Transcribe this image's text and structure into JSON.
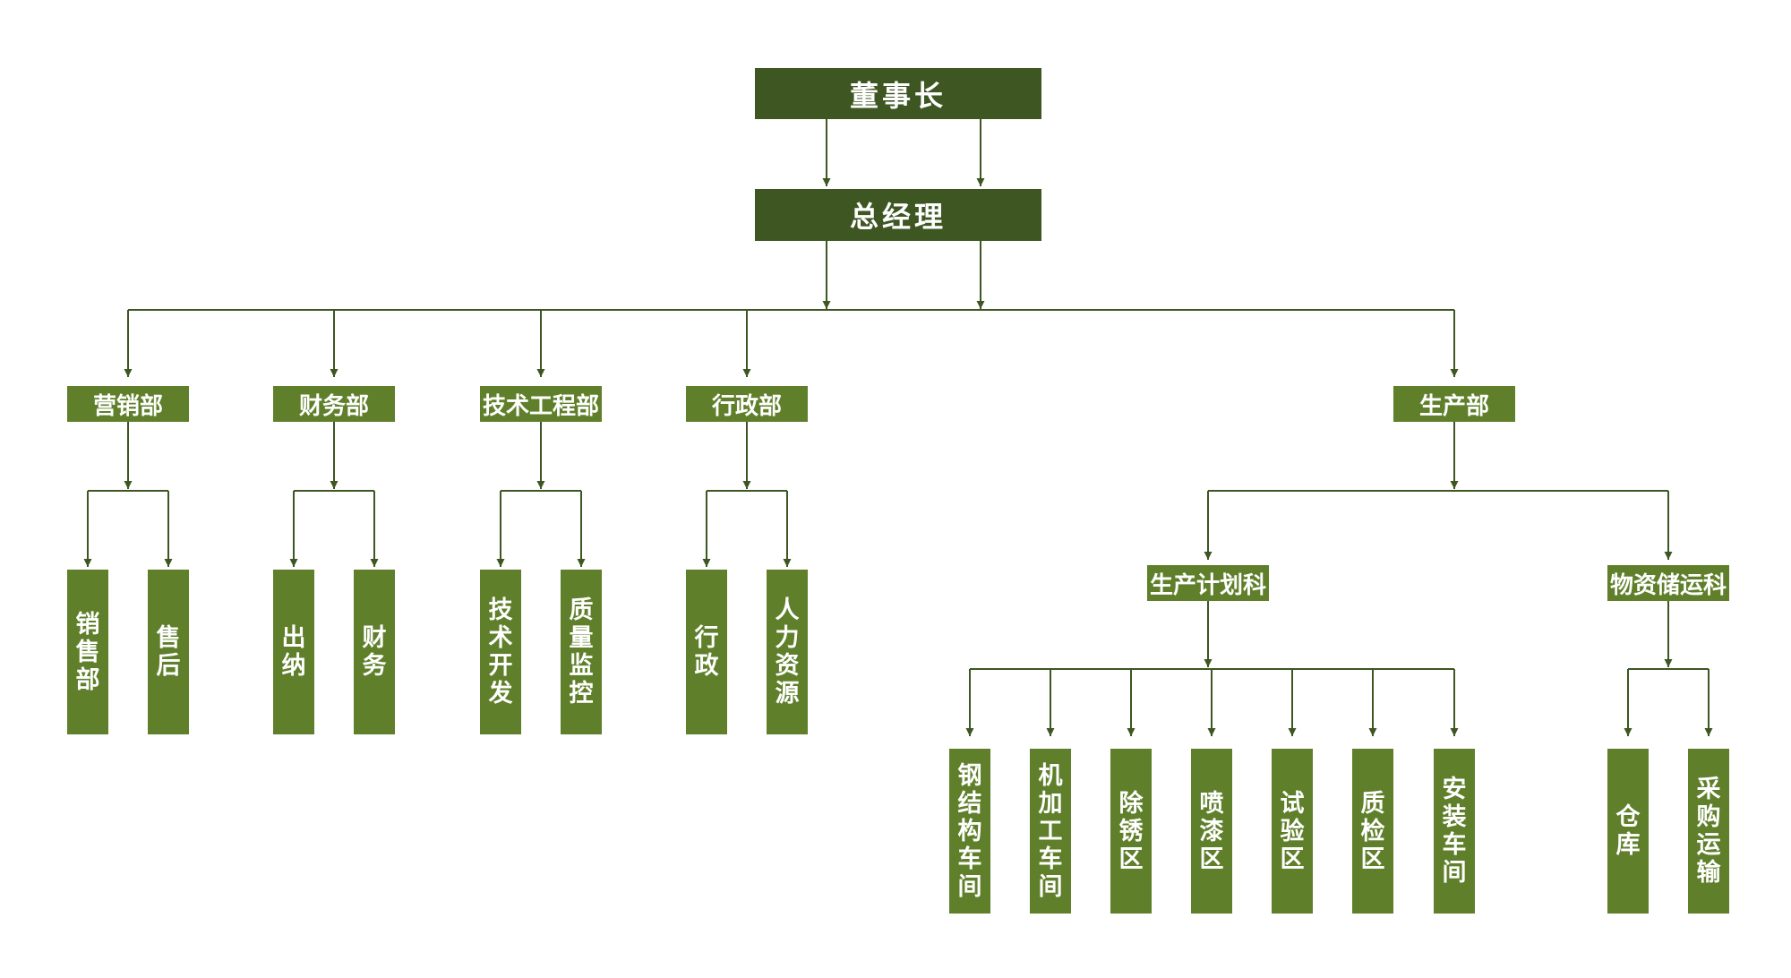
{
  "colors": {
    "top_box": "#3d5622",
    "node_box": "#5f7f2a",
    "line": "#3d5622",
    "text": "#ffffff",
    "background": "#ffffff"
  },
  "chairman": "董事长",
  "general_manager": "总经理",
  "departments": {
    "marketing": {
      "label": "营销部",
      "children": [
        "销售部",
        "售后"
      ]
    },
    "finance": {
      "label": "财务部",
      "children": [
        "出纳",
        "财务"
      ]
    },
    "engineering": {
      "label": "技术工程部",
      "children": [
        "技术开发",
        "质量监控"
      ]
    },
    "admin": {
      "label": "行政部",
      "children": [
        "行政",
        "人力资源"
      ]
    },
    "production": {
      "label": "生产部",
      "planning": {
        "label": "生产计划科",
        "children": [
          "钢结构车间",
          "机加工车间",
          "除锈区",
          "喷漆区",
          "试验区",
          "质检区",
          "安装车间"
        ]
      },
      "logistics": {
        "label": "物资储运科",
        "children": [
          "仓库",
          "采购运输"
        ]
      }
    }
  }
}
